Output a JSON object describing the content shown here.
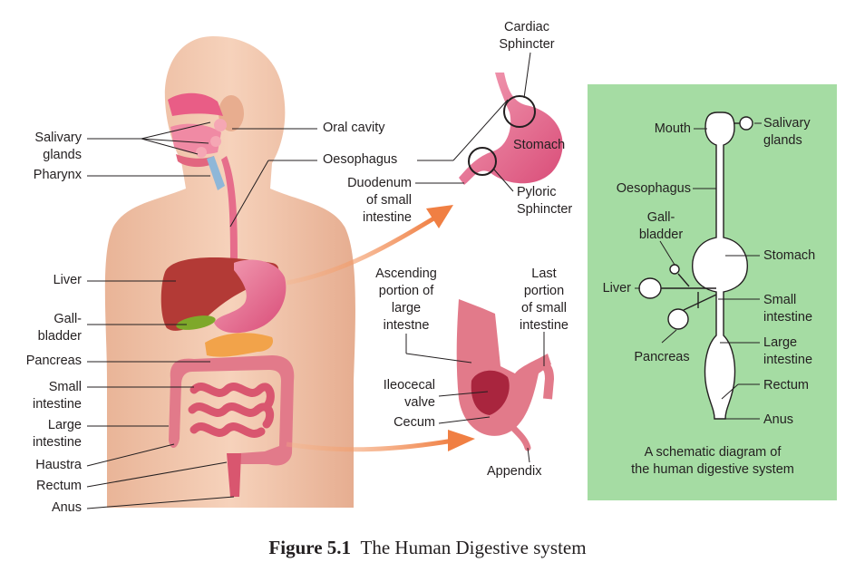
{
  "figure": {
    "caption_number": "Figure 5.1",
    "caption_text": "The Human Digestive system"
  },
  "body_labels": {
    "salivary_glands": "Salivary\nglands",
    "pharynx": "Pharynx",
    "liver": "Liver",
    "gall_bladder": "Gall-\nbladder",
    "pancreas": "Pancreas",
    "small_intestine": "Small\nintestine",
    "large_intestine": "Large\nintestine",
    "haustra": "Haustra",
    "rectum": "Rectum",
    "anus": "Anus",
    "oral_cavity": "Oral cavity",
    "oesophagus": "Oesophagus",
    "duodenum": "Duodenum\nof small\nintestine"
  },
  "stomach_inset": {
    "cardiac_sphincter": "Cardiac\nSphincter",
    "stomach": "Stomach",
    "pyloric_sphincter": "Pyloric\nSphincter"
  },
  "caecum_inset": {
    "ascending_portion": "Ascending\nportion of\nlarge\nintestne",
    "last_portion": "Last\nportion\nof small\nintestine",
    "ileocecal_valve": "Ileocecal\nvalve",
    "cecum": "Cecum",
    "appendix": "Appendix"
  },
  "schematic": {
    "mouth": "Mouth",
    "salivary_glands": "Salivary\nglands",
    "oesophagus": "Oesophagus",
    "gall_bladder": "Gall-\nbladder",
    "stomach": "Stomach",
    "liver": "Liver",
    "small_intestine": "Small\nintestine",
    "pancreas": "Pancreas",
    "large_intestine": "Large\nintestine",
    "rectum": "Rectum",
    "anus": "Anus",
    "description": "A schematic diagram of\nthe human digestive system"
  },
  "colors": {
    "skin": "#f0c3a8",
    "liver": "#b33a36",
    "stomach": "#e8638a",
    "intestine": "#e27a8a",
    "pancreas": "#f2a34a",
    "gall_bladder": "#7ea82a",
    "arrow": "#f07f43",
    "schematic_panel": "#a5dca3"
  }
}
